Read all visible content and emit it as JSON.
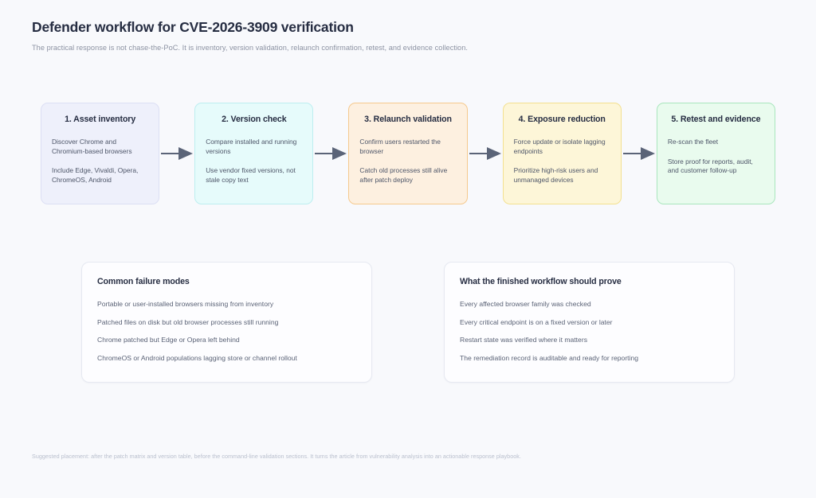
{
  "header": {
    "title": "Defender workflow for CVE-2026-3909 verification",
    "subtitle": "The practical response is not chase-the-PoC. It is inventory, version validation, relaunch confirmation, retest, and evidence collection."
  },
  "flow": {
    "arrow_icon": "arrow-right-icon",
    "steps": [
      {
        "title": "1. Asset inventory",
        "lines": [
          "Discover Chrome and Chromium-based browsers",
          "Include Edge, Vivaldi, Opera, ChromeOS, Android"
        ],
        "fill": "#eef0fb",
        "border": "#dcdff4"
      },
      {
        "title": "2. Version check",
        "lines": [
          "Compare installed and running versions",
          "Use vendor fixed versions, not stale copy text"
        ],
        "fill": "#e6fbfb",
        "border": "#bdeef0"
      },
      {
        "title": "3. Relaunch validation",
        "lines": [
          "Confirm users restarted the browser",
          "Catch old processes still alive after patch deploy"
        ],
        "fill": "#fdf0e0",
        "border": "#f5c98d"
      },
      {
        "title": "4. Exposure reduction",
        "lines": [
          "Force update or isolate lagging endpoints",
          "Prioritize high-risk users and unmanaged devices"
        ],
        "fill": "#fdf6d8",
        "border": "#f3e08f"
      },
      {
        "title": "5. Retest and evidence",
        "lines": [
          "Re-scan the fleet",
          "Store proof for reports, audit, and customer follow-up"
        ],
        "fill": "#e9fbee",
        "border": "#a9e6bd"
      }
    ]
  },
  "panels": [
    {
      "title": "Common failure modes",
      "items": [
        "Portable or user-installed browsers missing from inventory",
        "Patched files on disk but old browser processes still running",
        "Chrome patched but Edge or Opera left behind",
        "ChromeOS or Android populations lagging store or channel rollout"
      ]
    },
    {
      "title": "What the finished workflow should prove",
      "items": [
        "Every affected browser family was checked",
        "Every critical endpoint is on a fixed version or later",
        "Restart state was verified where it matters",
        "The remediation record is auditable and ready for reporting"
      ]
    }
  ],
  "footnote": "Suggested placement: after the patch matrix and version table, before the command-line validation sections. It turns the article from vulnerability analysis into an actionable response playbook.",
  "colors": {
    "page_background": "#f8f9fc",
    "heading": "#262d42",
    "body_text": "#4d5568",
    "muted_text": "#8d93a3",
    "arrow": "#5b6478"
  }
}
